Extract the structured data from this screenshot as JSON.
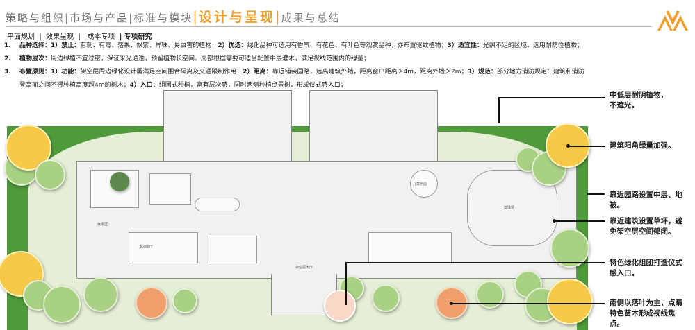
{
  "header": {
    "tabs": [
      "策略与组织",
      "市场与产品",
      "标准与模块",
      "设计与呈现",
      "成果与总结"
    ],
    "active": "设计与呈现"
  },
  "subnav": {
    "items": [
      "平面规划",
      "效果呈现",
      "成本专项",
      "专项研究"
    ],
    "active": "专项研究"
  },
  "notes": [
    {
      "num": "1.",
      "title": "品种选择：",
      "text1": "1）",
      "b1": "禁止：",
      "t1": "有刺、有毒、落果、飘絮、异味、易虫害的植物，",
      "b2": "2）优选：",
      "t2": "绿化品种可选用有香气、有花色、有叶色等观赏品种，亦布置驱蚊植物；",
      "b3": "3）适宜性：",
      "t3": "光照不足的区域，选用耐荫性植物；"
    },
    {
      "num": "2.",
      "title": "植物层次：",
      "t1": "周边绿植不宜过密，保证采光通透，预留植物长空间。局部根据需要可适当配置中层灌木，满足视线范围内的绿量；"
    },
    {
      "num": "3.",
      "title": "布置原则：",
      "b1": "1）功能：",
      "t1": "架空层周边绿化设计需满足空间围合隔离及交通限制作用；",
      "b2": "2）距离：",
      "t2": "靠近铺装园路，远离建筑外墙，距离窗户距离＞4m，距离外墙＞2m；",
      "b3": "3）规范：",
      "t3": "部分地方消防规定：建筑和消防",
      "line2a": "登高面之间不得种植高度超4m的树木；",
      "b4": "4）入口：",
      "t4": "组团式种植，富有层次感，同时两侧种植点景树，形成仪式感入口；"
    }
  ],
  "annotations": [
    "中低层耐阴植物，不遮光。",
    "建筑阳角绿量加强。",
    "靠近园路设置中层、地被。",
    "靠近建筑设置草坪，避免架空层空间郁闭。",
    "特色绿化组团打造仪式感入口。",
    "南侧以落叶为主，点睛特色苗木形成视线焦点。"
  ],
  "plan_labels": [
    "儿童乐园",
    "多功能厅",
    "架空层大厅",
    "篮球场",
    "休闲区"
  ],
  "colors": {
    "accent": "#f0a030",
    "site_green": "#4f9a3a",
    "tree_yellow": "#f7c948",
    "tree_green": "#a8d183",
    "tree_orange": "#ee9f6c"
  }
}
